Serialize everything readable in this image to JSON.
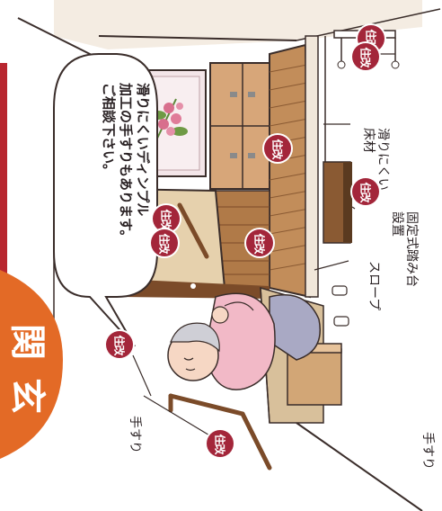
{
  "title": {
    "chars": [
      "玄",
      "関"
    ]
  },
  "speech_bubble": {
    "lines": [
      "滑りにくいディンプル",
      "加工の手すりもあります。",
      "ご相談下さい。"
    ]
  },
  "labels": {
    "handrail_top_right": "手すり",
    "nonslip_floor": [
      "滑りにくい",
      "床材"
    ],
    "fixed_bench": [
      "固定式踏み台",
      "設置"
    ],
    "slope": "スロープ",
    "handrail_bottom_left": "手すり"
  },
  "badge_text": "住改",
  "colors": {
    "badge": "#a3263a",
    "title_band": "#e36a26",
    "wood": "#b57d4c",
    "wood_dark": "#7b4b29",
    "floor": "#d9b98a",
    "wall": "#f6ead9",
    "line": "#3a2d2a"
  }
}
